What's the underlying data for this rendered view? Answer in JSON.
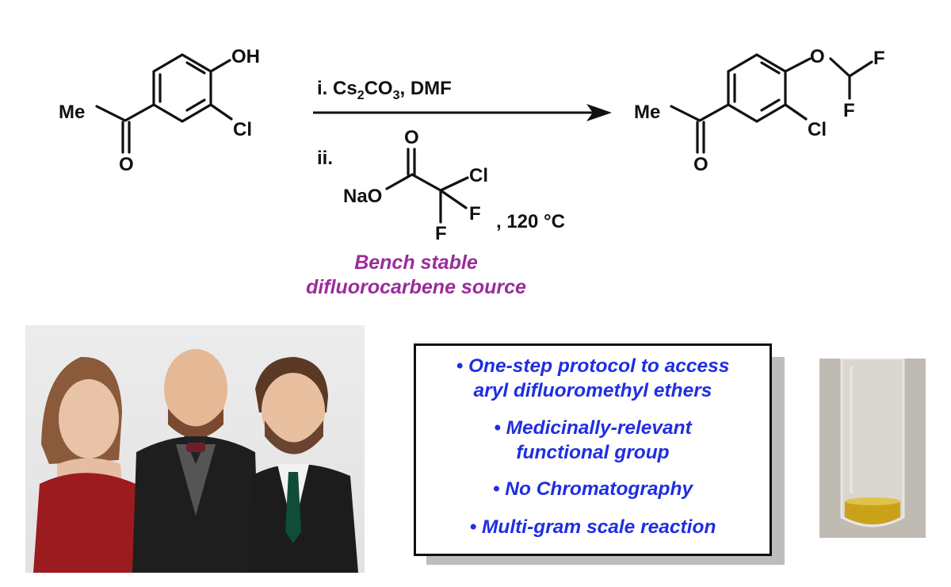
{
  "scheme": {
    "reactant": {
      "substituent_oh": "OH",
      "substituent_me": "Me",
      "substituent_cl": "Cl",
      "carbonyl_o": "O"
    },
    "conditions": {
      "step1_prefix": "i. Cs",
      "step1_sub1": "2",
      "step1_mid": "CO",
      "step1_sub2": "3",
      "step1_suffix": ", DMF",
      "step2_label": "ii.",
      "reagent_na": "NaO",
      "reagent_o": "O",
      "reagent_cl": "Cl",
      "reagent_f1": "F",
      "reagent_f2": "F",
      "temperature": ", 120 °C"
    },
    "product": {
      "substituent_o": "O",
      "substituent_f1": "F",
      "substituent_f2": "F",
      "substituent_me": "Me",
      "substituent_cl": "Cl",
      "carbonyl_o": "O"
    },
    "note_line1": "Bench stable",
    "note_line2": "difluorocarbene source"
  },
  "highlights": {
    "items": [
      "• One-step protocol to access",
      "aryl difluoromethyl ethers",
      "• Medicinally-relevant",
      "functional group",
      "• No Chromatography",
      "• Multi-gram scale reaction"
    ]
  },
  "colors": {
    "note": "#9a2d9a",
    "bullets": "#1f2ee0",
    "box_shadow": "#bdbdbd"
  }
}
